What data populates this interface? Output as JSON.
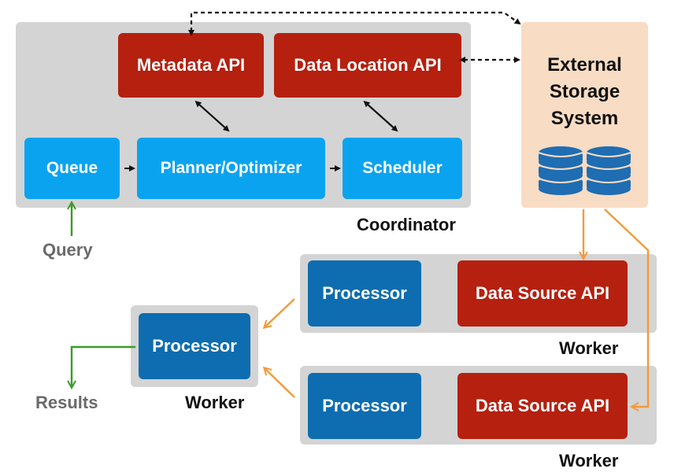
{
  "coordinator": {
    "label": "Coordinator",
    "metadata_api": "Metadata API",
    "data_location_api": "Data Location API",
    "queue": "Queue",
    "planner": "Planner/Optimizer",
    "scheduler": "Scheduler"
  },
  "external_storage": {
    "line1": "External",
    "line2": "Storage",
    "line3": "System"
  },
  "query_label": "Query",
  "results_label": "Results",
  "worker_top": {
    "processor": "Processor",
    "data_source_api": "Data Source API",
    "label": "Worker"
  },
  "worker_bottom": {
    "processor": "Processor",
    "data_source_api": "Data Source API",
    "label": "Worker"
  },
  "worker_left": {
    "processor": "Processor",
    "label": "Worker"
  },
  "colors": {
    "api_red": "#b5200f",
    "queue_blue": "#0aa3f0",
    "processor_blue": "#0d6db0",
    "panel_grey": "#d4d4d4",
    "storage_peach": "#f8dcc4",
    "orange_arrow": "#f39a3a",
    "green_arrow": "#3a9a2a"
  }
}
